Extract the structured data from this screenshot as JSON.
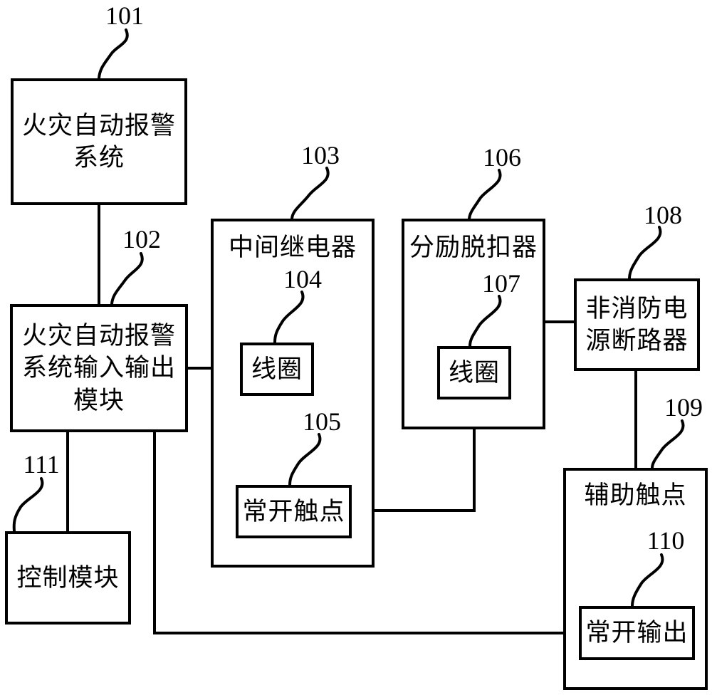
{
  "figure": {
    "type": "block-diagram",
    "colors": {
      "line": "#000000",
      "background": "#ffffff",
      "text": "#000000"
    },
    "boxes": [
      {
        "name": "fire-alarm-system",
        "ref": "101",
        "label": "火灾自动报警\n系统"
      },
      {
        "name": "io-module",
        "ref": "102",
        "label": "火灾自动报警\n系统输入输出\n模块"
      },
      {
        "name": "intermediate-relay",
        "ref": "103",
        "label": "中间继电器"
      },
      {
        "name": "relay-coil",
        "ref": "104",
        "label": "线圈"
      },
      {
        "name": "normally-open-contact",
        "ref": "105",
        "label": "常开触点"
      },
      {
        "name": "shunt-release",
        "ref": "106",
        "label": "分励脱扣器"
      },
      {
        "name": "release-coil",
        "ref": "107",
        "label": "线圈"
      },
      {
        "name": "non-fire-power-breaker",
        "ref": "108",
        "label": "非消防电\n源断路器"
      },
      {
        "name": "auxiliary-contact",
        "ref": "109",
        "label": "辅助触点"
      },
      {
        "name": "normally-open-output",
        "ref": "110",
        "label": "常开输出"
      },
      {
        "name": "control-module",
        "ref": "111",
        "label": "控制模块"
      }
    ]
  }
}
